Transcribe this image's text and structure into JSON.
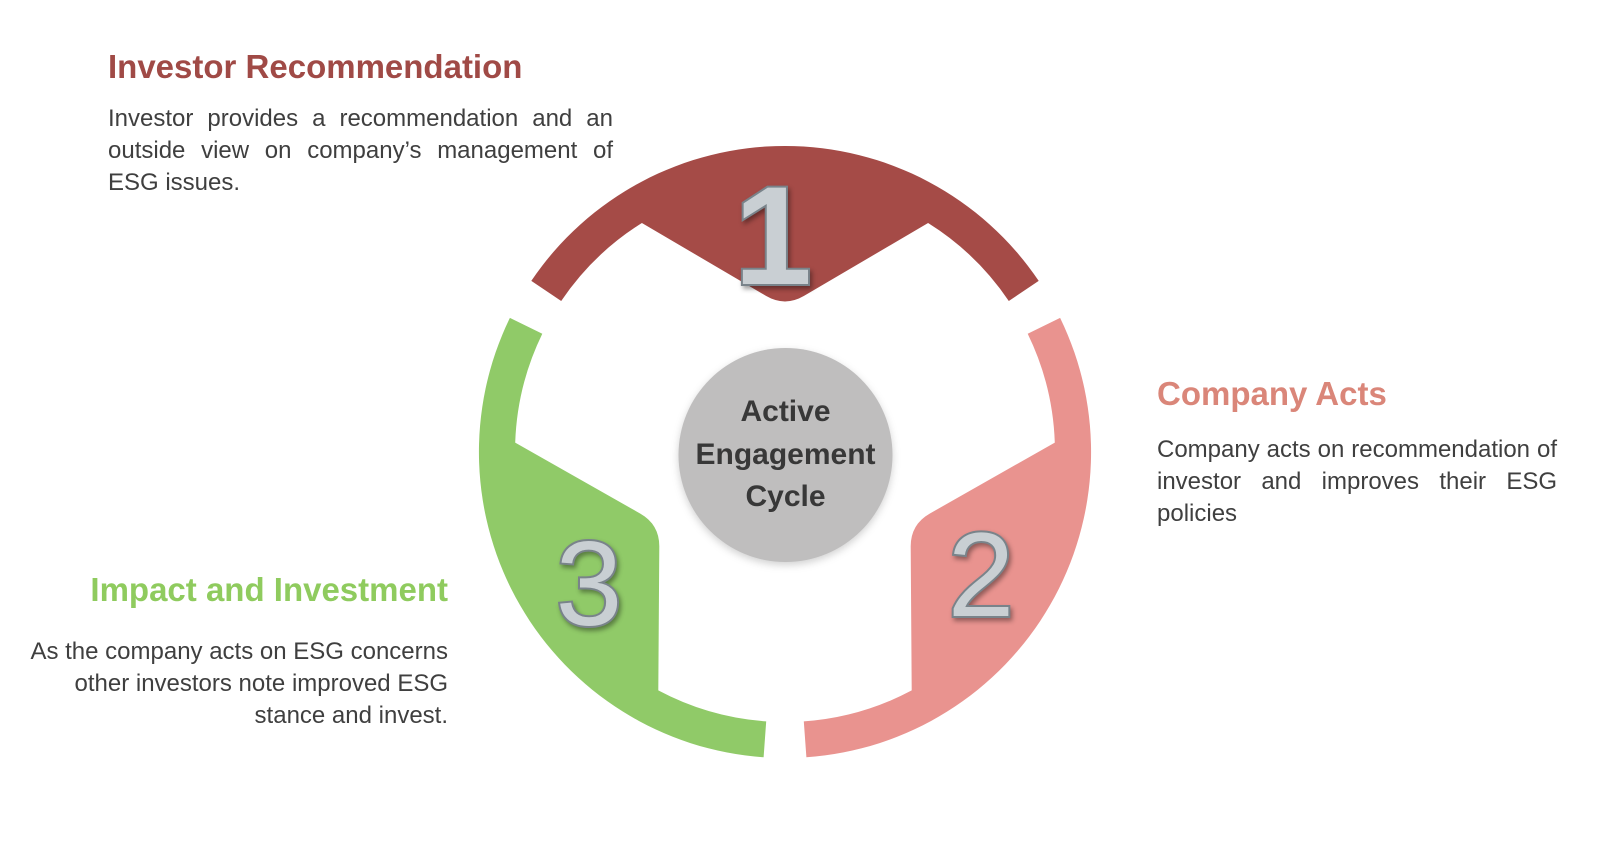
{
  "diagram": {
    "center_label": "Active Engagement Cycle",
    "center_circle_color": "#bfbebe",
    "number_fill": "#c9cfd3",
    "number_stroke": "#79838a",
    "body_text_color": "#3f3f3f",
    "segments": [
      {
        "number": "1",
        "title": "Investor Recommendation",
        "title_color": "#a04a46",
        "shape_color": "#a54b47",
        "description": "Investor provides a recommendation and an outside view on company’s management of ESG issues."
      },
      {
        "number": "2",
        "title": "Company Acts",
        "title_color": "#da8679",
        "shape_color": "#e9938f",
        "description": "Company acts on recommendation of investor and improves their ESG policies"
      },
      {
        "number": "3",
        "title": "Impact and Investment",
        "title_color": "#8fcb5e",
        "shape_color": "#90ca68",
        "description": "As the company acts on ESG concerns other investors note improved ESG stance and invest."
      }
    ]
  }
}
